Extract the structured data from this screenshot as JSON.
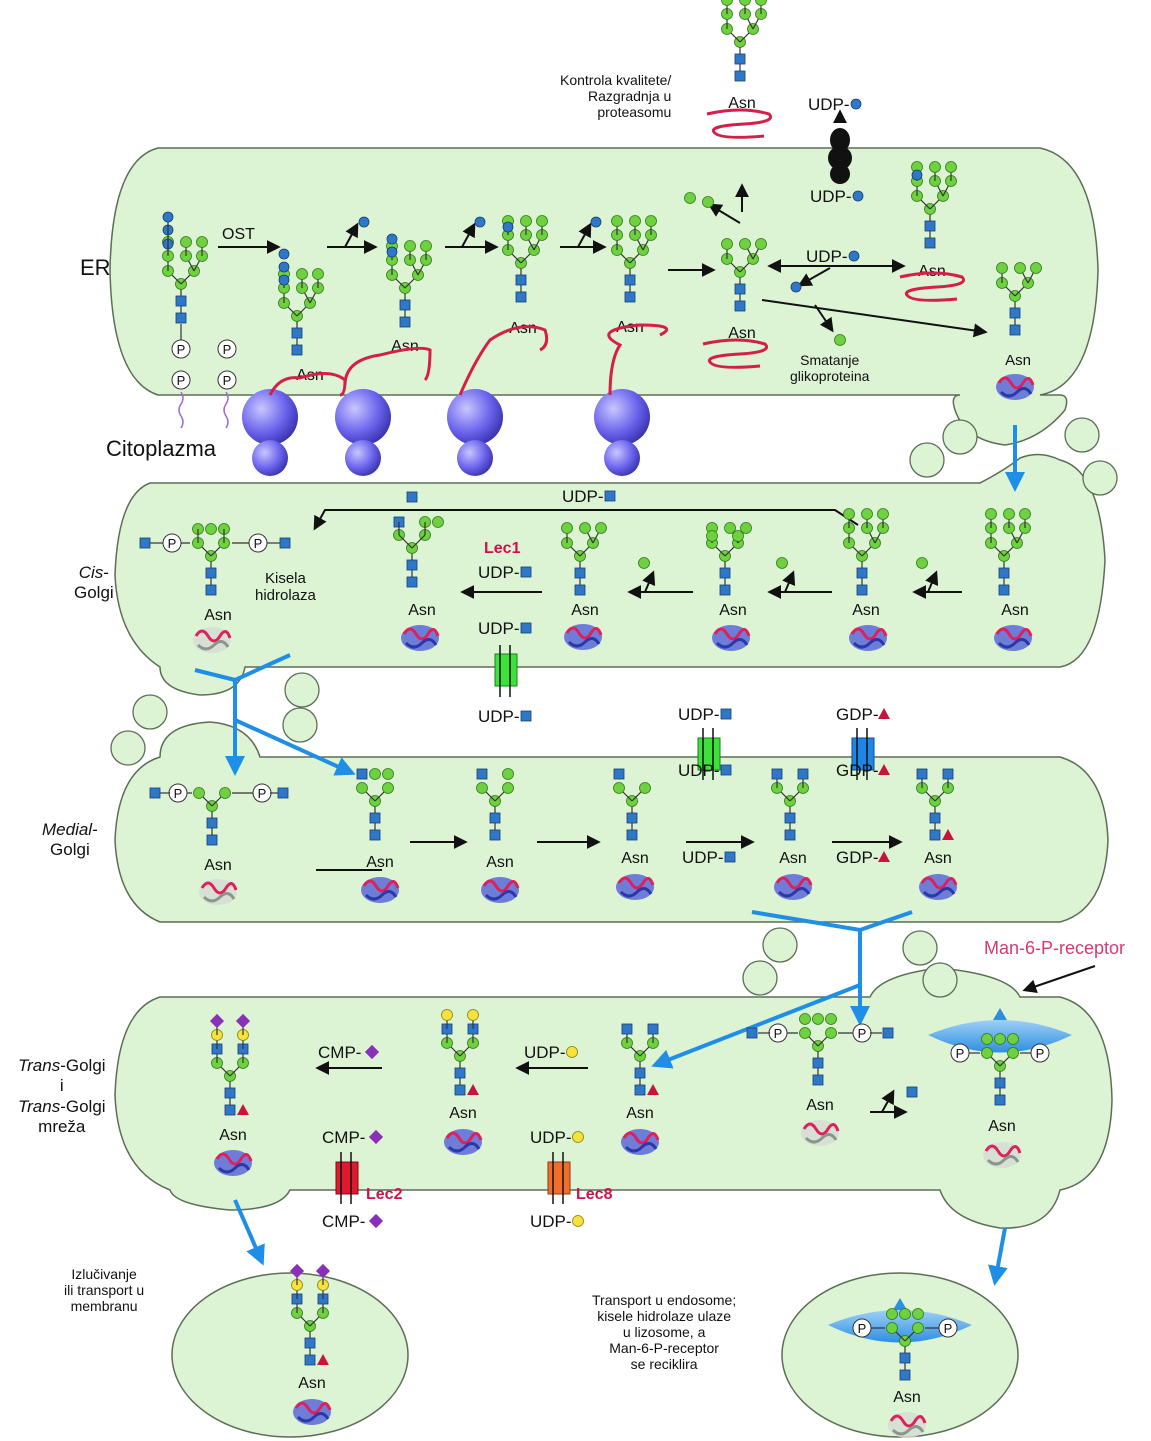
{
  "compartments": {
    "er": "ER",
    "cytoplasm": "Citoplazma",
    "cis_italic": "Cis",
    "cis_rest": "-",
    "cis_line2": "Golgi",
    "medial_italic": "Medial",
    "medial_rest": "-",
    "medial_line2": "Golgi",
    "trans_italic_1": "Trans",
    "trans_rest_1": "-Golgi",
    "trans_conj": "i",
    "trans_italic_2": "Trans",
    "trans_rest_2": "-Golgi",
    "trans_line4": "mreža"
  },
  "labels": {
    "quality_control": [
      "Kontrola kvalitete/",
      "Razgradnja u",
      "proteasomu"
    ],
    "ost": "OST",
    "folding": [
      "Smatanje",
      "glikoproteina"
    ],
    "acid_hydrolase": [
      "Kisela",
      "hidrolaza"
    ],
    "lec1": "Lec1",
    "lec2": "Lec2",
    "lec8": "Lec8",
    "m6p_receptor": "Man-6-P-receptor",
    "secretion": [
      "Izlučivanje",
      "ili transport u",
      "membranu"
    ],
    "endosome_transport": [
      "Transport u endosome;",
      "kisele hidrolaze ulaze",
      "u lizosome, a",
      "Man-6-P-receptor",
      "se reciklira"
    ]
  },
  "donors": {
    "udp": "UDP-",
    "gdp": "GDP-",
    "cmp": "CMP-"
  },
  "glyco": {
    "asn": "Asn",
    "p": "P"
  },
  "colors": {
    "compartment_fill": "#dcf3d4",
    "compartment_stroke": "#5b6e56",
    "mannose": "#6fd13f",
    "glcnac": "#2f78c8",
    "glucose": "#2f78c8",
    "galactose": "#f5e23c",
    "sialic_acid": "#8a2fb8",
    "fucose": "#c8143c",
    "protein_chain": "#d41f48",
    "ribosome": "#6d66ee",
    "transport_arrow": "#1e8ee6",
    "lec_label": "#d0104c"
  }
}
